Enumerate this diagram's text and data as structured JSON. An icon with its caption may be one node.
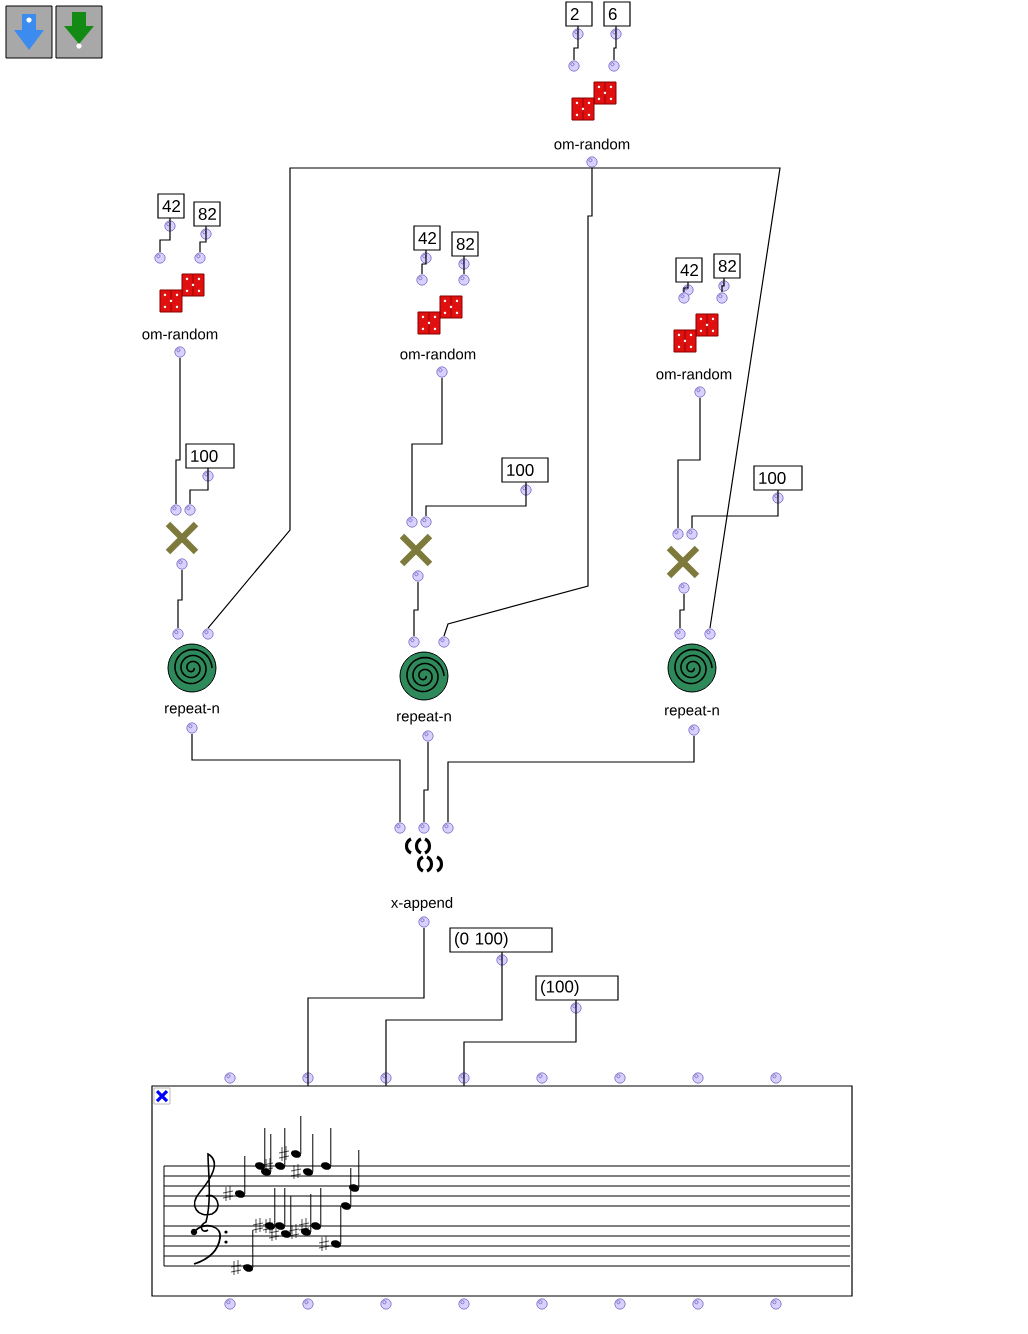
{
  "diagram": {
    "nodes": [
      {
        "text": [
          "2"
        ]
      },
      {
        "text": [
          "6"
        ]
      },
      {
        "text": [
          "om-random"
        ]
      },
      {
        "text": [
          "42"
        ]
      },
      {
        "text": [
          "82"
        ]
      },
      {
        "text": [
          "om-random"
        ]
      },
      {
        "text": [
          "42"
        ]
      },
      {
        "text": [
          "82"
        ]
      },
      {
        "text": [
          "om-random"
        ]
      },
      {
        "text": [
          "42"
        ]
      },
      {
        "text": [
          "82"
        ]
      },
      {
        "text": [
          "om-random"
        ]
      },
      {
        "text": [
          "100"
        ]
      },
      {
        "text": [],
        "shape": "picture"
      },
      {
        "text": [
          "100"
        ]
      },
      {
        "text": [],
        "shape": "picture"
      },
      {
        "text": [
          "100"
        ]
      },
      {
        "text": [],
        "shape": "picture"
      },
      {
        "text": [
          "repeat-n"
        ]
      },
      {
        "text": [
          "repeat-n"
        ]
      },
      {
        "text": [
          "repeat-n"
        ]
      },
      {
        "text": [
          "x-append"
        ]
      },
      {
        "text": [
          "(0 100)"
        ]
      },
      {
        "text": [
          "(100)"
        ]
      },
      {
        "text": [],
        "shape": "picture"
      }
    ],
    "edges": [
      {
        "from": 0,
        "to": 2,
        "arrow": "none"
      },
      {
        "from": 1,
        "to": 2,
        "arrow": "none"
      },
      {
        "from": 3,
        "to": 5,
        "arrow": "none"
      },
      {
        "from": 4,
        "to": 5,
        "arrow": "none"
      },
      {
        "from": 6,
        "to": 8,
        "arrow": "none"
      },
      {
        "from": 7,
        "to": 8,
        "arrow": "none"
      },
      {
        "from": 9,
        "to": 11,
        "arrow": "none"
      },
      {
        "from": 10,
        "to": 11,
        "arrow": "none"
      },
      {
        "from": 5,
        "to": 13,
        "arrow": "none"
      },
      {
        "from": 12,
        "to": 13,
        "arrow": "none"
      },
      {
        "from": 8,
        "to": 15,
        "arrow": "none"
      },
      {
        "from": 14,
        "to": 15,
        "arrow": "none"
      },
      {
        "from": 11,
        "to": 17,
        "arrow": "none"
      },
      {
        "from": 16,
        "to": 17,
        "arrow": "none"
      },
      {
        "from": 13,
        "to": 18,
        "arrow": "none"
      },
      {
        "from": 2,
        "to": 18,
        "arrow": "none"
      },
      {
        "from": 15,
        "to": 19,
        "arrow": "none"
      },
      {
        "from": 2,
        "to": 19,
        "arrow": "none"
      },
      {
        "from": 17,
        "to": 20,
        "arrow": "none"
      },
      {
        "from": 2,
        "to": 20,
        "arrow": "none"
      },
      {
        "from": 18,
        "to": 21,
        "arrow": "none"
      },
      {
        "from": 19,
        "to": 21,
        "arrow": "none"
      },
      {
        "from": 20,
        "to": 21,
        "arrow": "none"
      },
      {
        "from": 21,
        "to": 24,
        "arrow": "none"
      },
      {
        "from": 22,
        "to": 24,
        "arrow": "none"
      },
      {
        "from": 23,
        "to": 24,
        "arrow": "none"
      }
    ]
  }
}
